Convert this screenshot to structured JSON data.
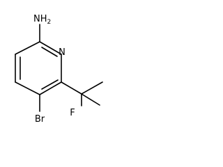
{
  "molecule": {
    "atoms": {
      "amine": {
        "symbol": "N",
        "suffix": "H",
        "subscript": "2"
      },
      "ring_nitrogen": {
        "symbol": "N"
      },
      "bromine": {
        "symbol": "Br"
      },
      "fluorine": {
        "symbol": "F"
      }
    }
  }
}
